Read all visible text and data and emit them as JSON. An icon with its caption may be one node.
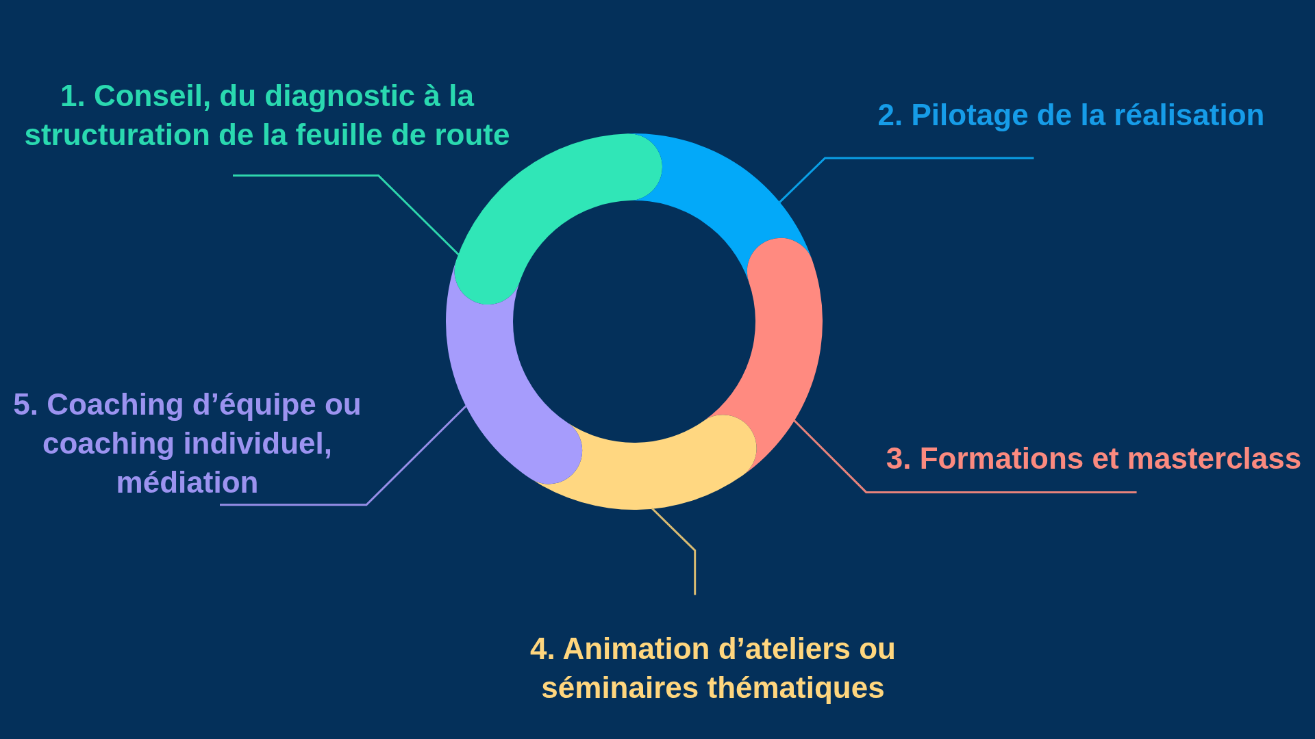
{
  "diagram": {
    "nodes": [
      {
        "text": [
          "1. Conseil, du diagnostic à la structuration de la feuille de route"
        ]
      },
      {
        "text": [
          "2. Pilotage de la réalisation"
        ]
      },
      {
        "text": [
          "3. Formations et masterclass"
        ]
      },
      {
        "text": [
          "4. Animation d’ateliers ou séminaires thématiques"
        ]
      },
      {
        "text": [
          "5. Coaching d’équipe ou coaching individuel, médiation"
        ]
      },
      {
        "text": [],
        "shape": "arc"
      },
      {
        "text": [],
        "shape": "arc"
      },
      {
        "text": [],
        "shape": "arc"
      },
      {
        "text": [],
        "shape": "arc"
      },
      {
        "text": [],
        "shape": "arc"
      }
    ],
    "edges": [
      {
        "from": 0,
        "to": 5,
        "arrow": "none",
        "color": "#2fd6ad"
      },
      {
        "from": 1,
        "to": 6,
        "arrow": "none",
        "color": "#0a9fe6"
      },
      {
        "from": 2,
        "to": 7,
        "arrow": "none",
        "color": "#e8837b"
      },
      {
        "from": 3,
        "to": 8,
        "arrow": "none",
        "color": "#d9bb72"
      },
      {
        "from": 4,
        "to": 9,
        "arrow": "none",
        "color": "#978ee8"
      }
    ]
  }
}
